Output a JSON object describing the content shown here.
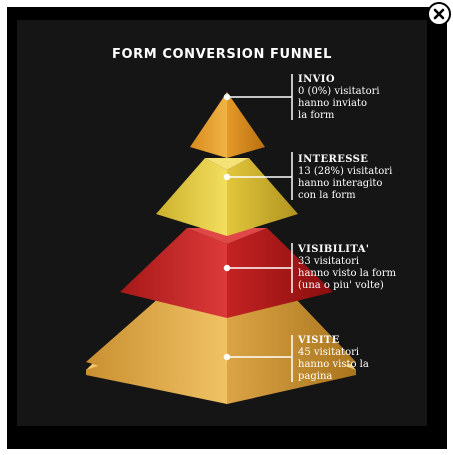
{
  "window": {
    "close_icon": "close-x-icon"
  },
  "title": "FORM CONVERSION FUNNEL",
  "stages": [
    {
      "name": "INVIO",
      "text": "0 (0%) visitatori\nhanno inviato\nla form",
      "visitors": 0,
      "percent": 0,
      "color": "#e8a22b"
    },
    {
      "name": "INTERESSE",
      "text": "13 (28%) visitatori\nhanno interagito\ncon la form",
      "visitors": 13,
      "percent": 28,
      "color": "#e6cc3e"
    },
    {
      "name": "VISIBILITA'",
      "text": "33 visitatori\nhanno visto la form\n(una o piu' volte)",
      "visitors": 33,
      "percent": null,
      "color": "#cc2a2a"
    },
    {
      "name": "VISITE",
      "text": "45 visitatori\nhanno visto la\npagina",
      "visitors": 45,
      "percent": null,
      "color": "#e6b04a"
    }
  ]
}
